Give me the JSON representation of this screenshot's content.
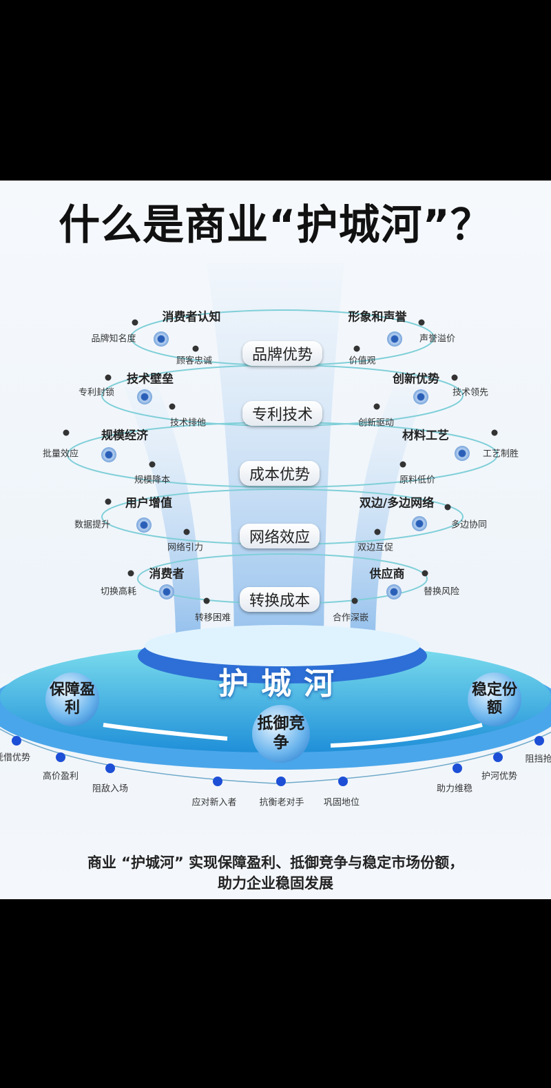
{
  "title": "什么是商业“护城河”？",
  "rows": [
    {
      "center": "品牌优势",
      "left_head": "消费者认知",
      "left_note1": "品牌知名度",
      "left_note2": "顾客忠诚",
      "right_head": "形象和声誉",
      "right_note1": "声誉溢价",
      "right_note2": "价值观"
    },
    {
      "center": "专利技术",
      "left_head": "技术壁垒",
      "left_note1": "专利封锁",
      "left_note2": "技术排他",
      "right_head": "创新优势",
      "right_note1": "技术领先",
      "right_note2": "创新驱动"
    },
    {
      "center": "成本优势",
      "left_head": "规模经济",
      "left_note1": "批量效应",
      "left_note2": "规模降本",
      "right_head": "材料工艺",
      "right_note1": "工艺制胜",
      "right_note2": "原料低价"
    },
    {
      "center": "网络效应",
      "left_head": "用户增值",
      "left_note1": "数据提升",
      "left_note2": "网络引力",
      "right_head": "双边/多边网络",
      "right_note1": "多边协同",
      "right_note2": "双边互促"
    },
    {
      "center": "转换成本",
      "left_head": "消费者",
      "left_note1": "切换高耗",
      "left_note2": "转移困难",
      "right_head": "供应商",
      "right_note1": "替换风险",
      "right_note2": "合作深嵌"
    }
  ],
  "moat": "护城河",
  "pillars": {
    "left": "保障盈利",
    "center": "抵御竞争",
    "right": "稳定份额"
  },
  "bottom_labels": [
    "凭借优势",
    "高价盈利",
    "阻敌入场",
    "应对新入者",
    "抗衡老对手",
    "巩固地位",
    "助力维稳",
    "护河优势",
    "阻挡抢"
  ],
  "caption": {
    "line1": "商业 “护城河” 实现保障盈利、抵御竞争与稳定市场份额，",
    "line2": "助力企业稳固发展"
  },
  "colors": {
    "accent": "#1d4fd6",
    "ring": "#3fb6c8",
    "moat_blue": "#2a8be0"
  }
}
